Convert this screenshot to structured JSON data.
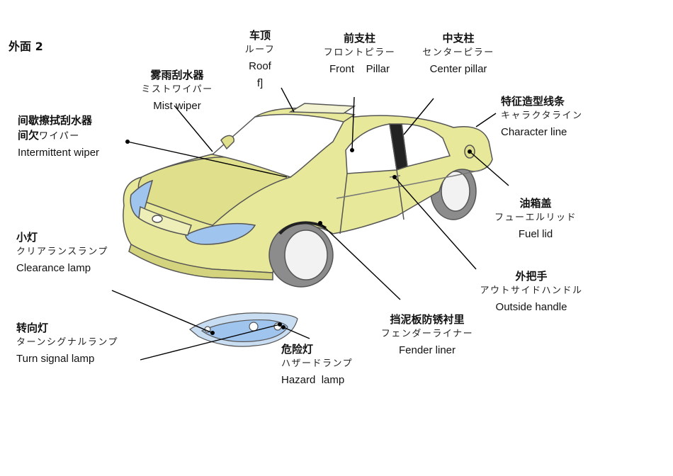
{
  "title": "外面 2",
  "labels": {
    "roof": {
      "zh": "车顶",
      "ja": "ルーフ",
      "en": "Roof",
      "extra": "f]"
    },
    "front_pillar": {
      "zh": "前支柱",
      "ja": "フロントピラー",
      "en": "Front    Pillar"
    },
    "center_pillar": {
      "zh": "中支柱",
      "ja": "センターピラー",
      "en": "Center pillar"
    },
    "mist_wiper": {
      "zh": "雾雨刮水器",
      "ja": "ミストワイパー",
      "en": "Mist wiper"
    },
    "intermittent_wiper": {
      "zh": "间歇擦拭刮水器",
      "zh2": "间欠",
      "ja": "ワイパー",
      "en": "Intermittent wiper"
    },
    "character_line": {
      "zh": "特征造型线条",
      "ja": "キャラクタライン",
      "en": "Character line"
    },
    "fuel_lid": {
      "zh": "油箱盖",
      "ja": "フューエルリッド",
      "en": "Fuel lid"
    },
    "clearance_lamp": {
      "zh": "小灯",
      "ja": "クリアランスランプ",
      "en": "Clearance lamp"
    },
    "outside_handle": {
      "zh": "外把手",
      "ja": "アウトサイドハンドル",
      "en": "Outside handle"
    },
    "fender_liner": {
      "zh": "挡泥板防锈衬里",
      "ja": "フェンダーライナー",
      "en": "Fender liner"
    },
    "turn_signal_lamp": {
      "zh": "转向灯",
      "ja": "ターンシグナルランプ",
      "en": "Turn signal lamp"
    },
    "hazard_lamp": {
      "zh": "危险灯",
      "ja": "ハザードランプ",
      "en": "Hazard  lamp"
    }
  },
  "colors": {
    "body": "#e8e89a",
    "body_shade": "#d4d47e",
    "lamp": "#9fc4ee",
    "tire": "#8c8c8c",
    "rim": "#f2f2f2",
    "window": "#ffffff",
    "leader": "#000000"
  }
}
